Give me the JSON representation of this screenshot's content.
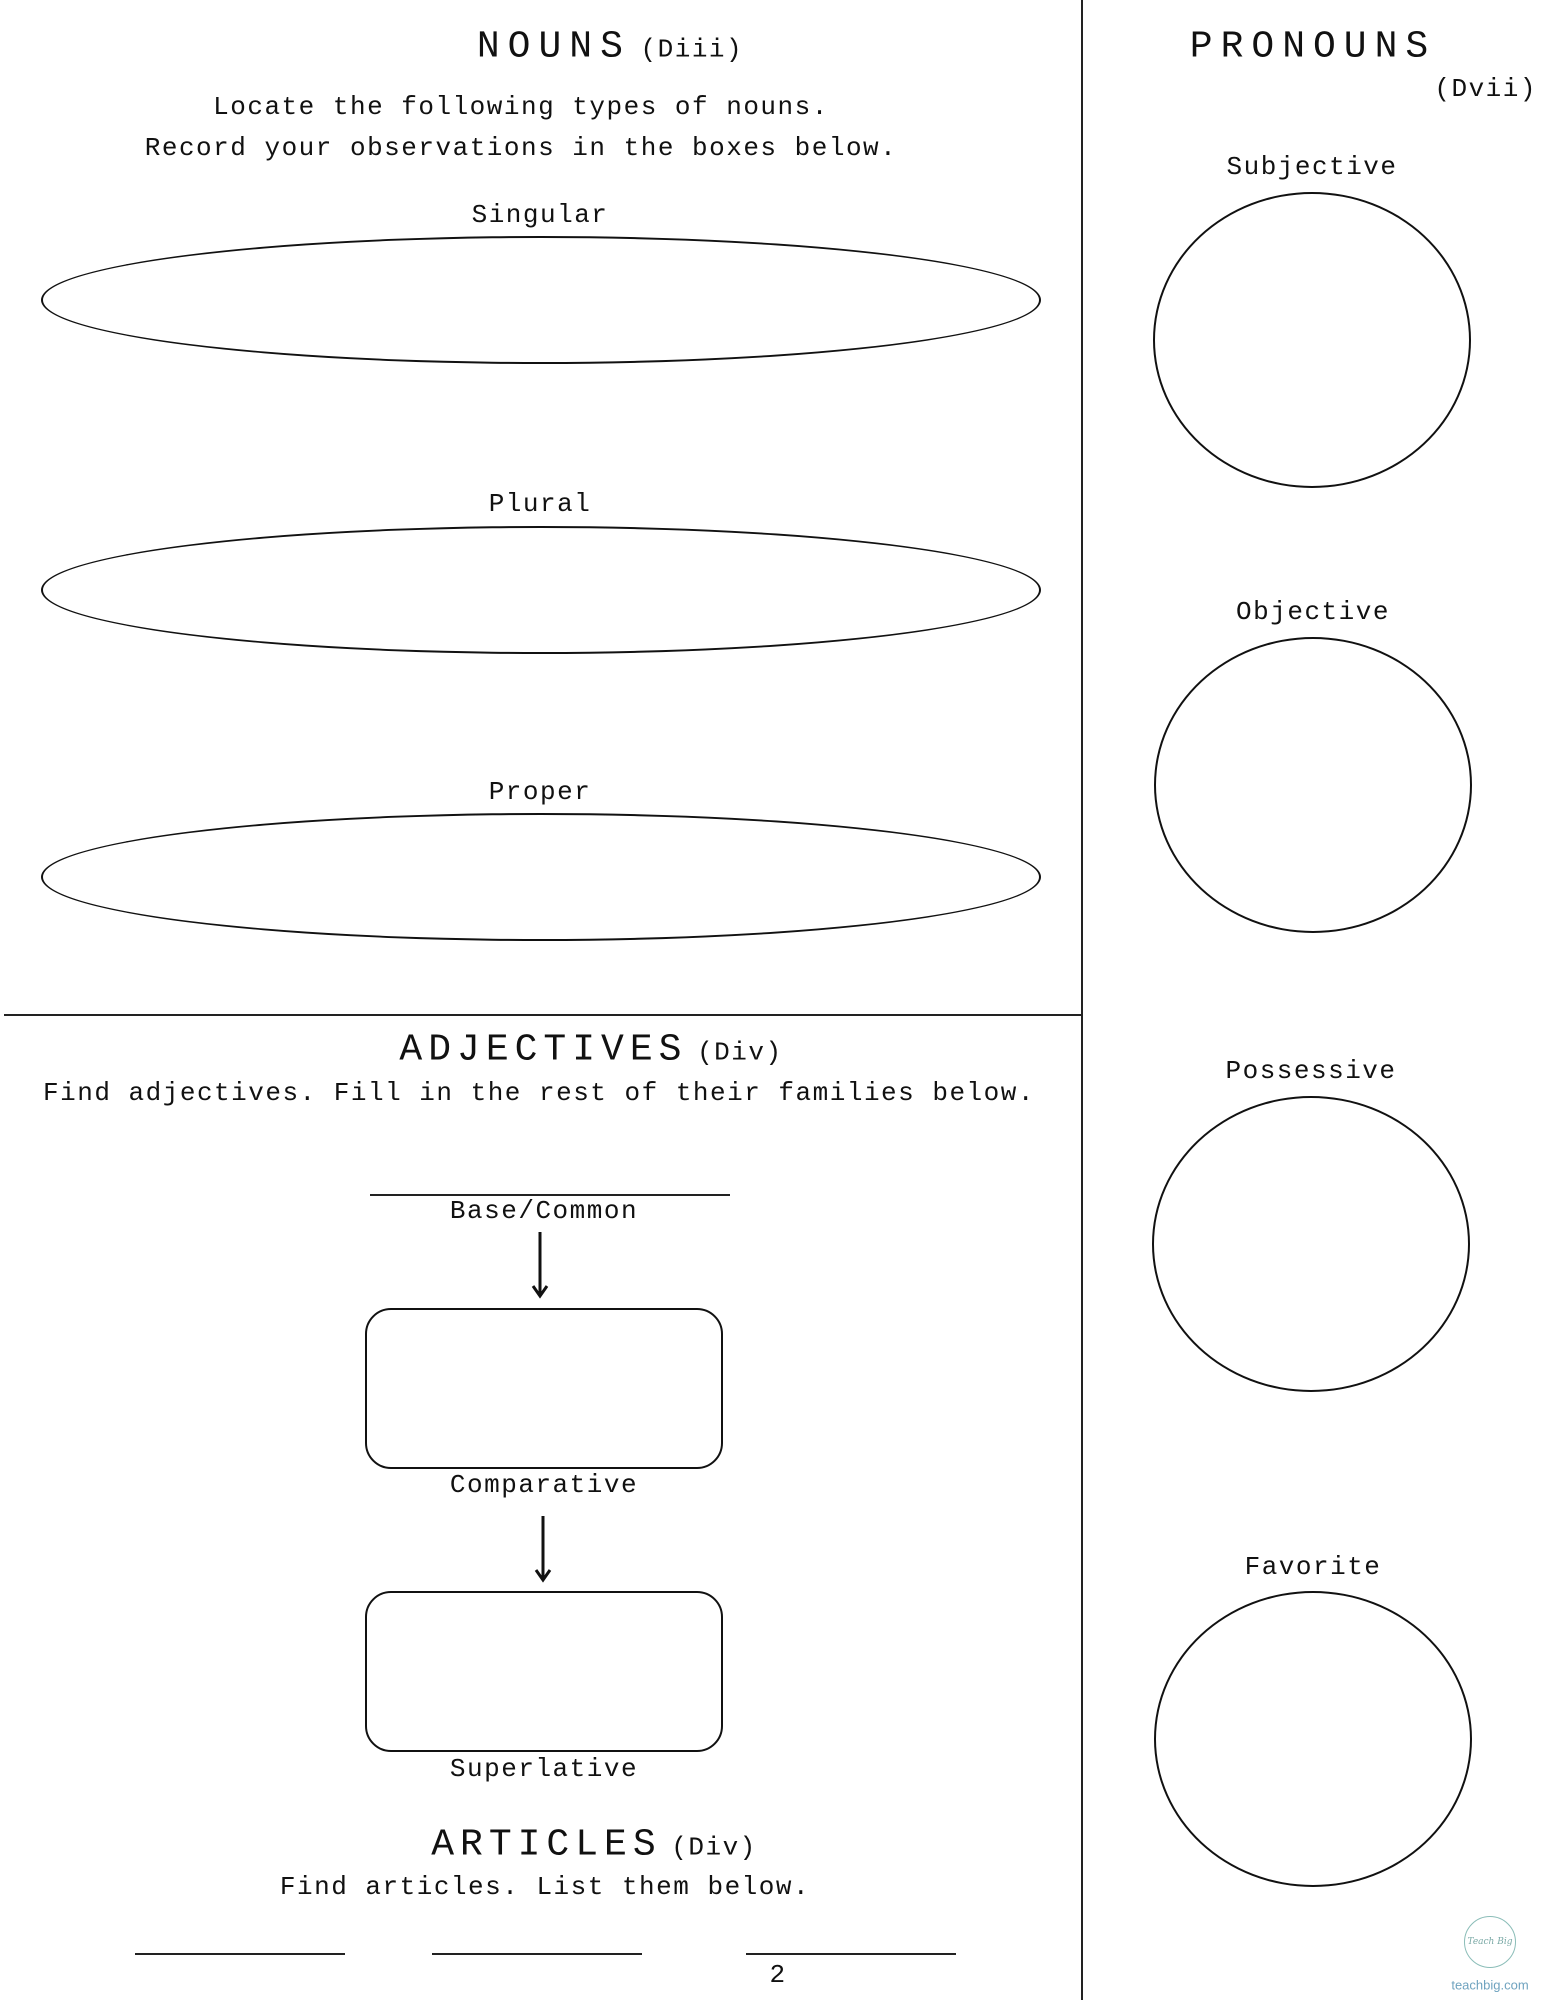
{
  "nouns": {
    "title": "NOUNS",
    "code": "(Diii)",
    "instructions": [
      "Locate the following types of nouns.",
      "Record your observations in the boxes below."
    ],
    "boxes": [
      "Singular",
      "Plural",
      "Proper"
    ]
  },
  "pronouns": {
    "title": "PRONOUNS",
    "code": "(Dvii)",
    "circles": [
      "Subjective",
      "Objective",
      "Possessive",
      "Favorite"
    ]
  },
  "adjectives": {
    "title": "ADJECTIVES",
    "code": "(Div)",
    "instructions": "Find adjectives.  Fill in the rest of their families below.",
    "base_label": "Base/Common",
    "comparative_label": "Comparative",
    "superlative_label": "Superlative"
  },
  "articles": {
    "title": "ARTICLES",
    "code": "(Div)",
    "instructions": "Find articles.  List them below."
  },
  "page_number": "2",
  "logo": {
    "mark": "Teach Big",
    "site": "teachbig.com"
  }
}
